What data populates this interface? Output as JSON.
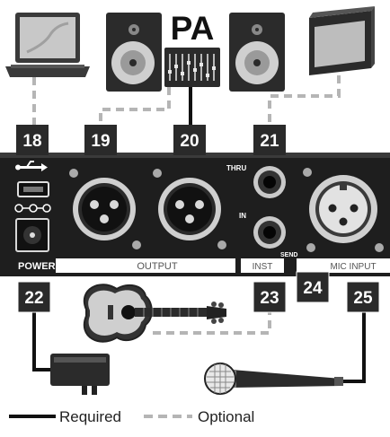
{
  "header": {
    "title": "PA"
  },
  "callouts": [
    {
      "number": "18"
    },
    {
      "number": "19"
    },
    {
      "number": "20"
    },
    {
      "number": "21"
    },
    {
      "number": "22"
    },
    {
      "number": "23"
    },
    {
      "number": "24"
    },
    {
      "number": "25"
    }
  ],
  "panel": {
    "power_label": "POWER",
    "output_label": "OUTPUT",
    "inst_label": "INST",
    "mic_input_label": "MIC INPUT",
    "thru_label": "THRU",
    "in_label": "IN",
    "send_label": "SEND"
  },
  "legend": {
    "required_label": "Required",
    "optional_label": "Optional"
  },
  "colors": {
    "callout_bg": "#2a2a2a",
    "callout_text": "#ffffff",
    "required_line": "#111111",
    "optional_line": "#b5b5b5",
    "panel_bg": "#1e1e1e"
  },
  "icons": {
    "laptop": "laptop-icon",
    "left_speaker": "speaker-icon",
    "mixer": "mixer-icon",
    "right_speaker": "speaker-icon",
    "amplifier": "amplifier-icon",
    "usb": "usb-icon",
    "guitar": "guitar-icon",
    "power_adapter": "power-adapter-icon",
    "microphone": "microphone-icon"
  }
}
